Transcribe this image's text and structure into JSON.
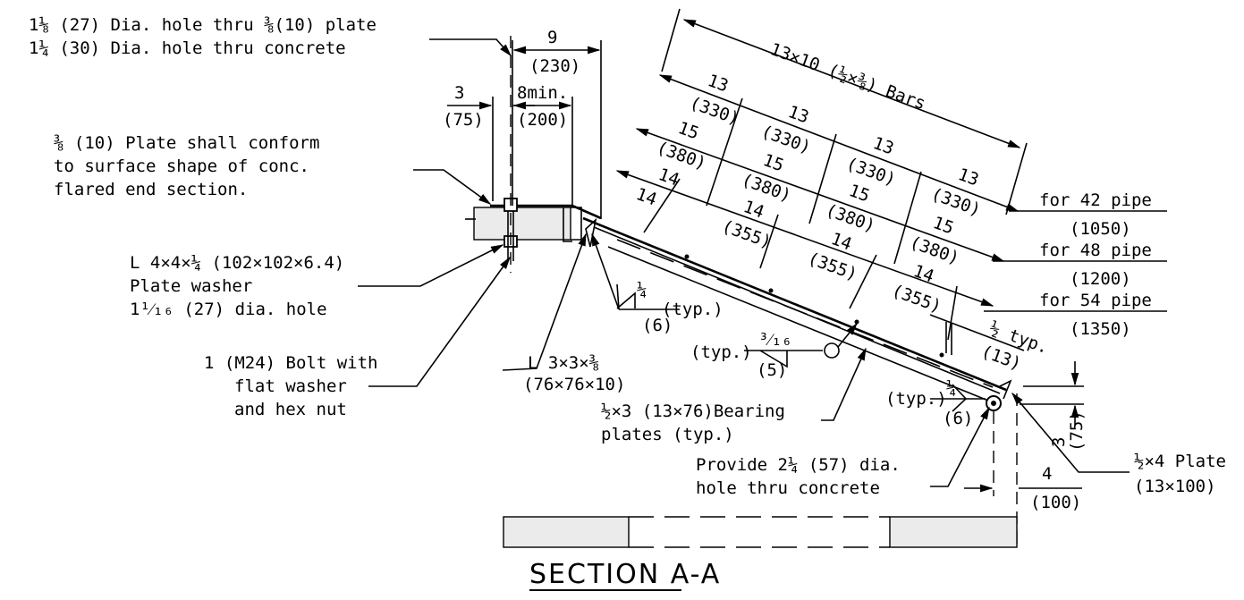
{
  "title": "SECTION A-A",
  "notes": {
    "hole_plate": "1⅛ (27) Dia. hole thru ⅜(10) plate",
    "hole_concrete": "1¼ (30) Dia. hole thru concrete",
    "plate_conform_1": "⅜ (10) Plate shall conform",
    "plate_conform_2": "to surface shape of conc.",
    "plate_conform_3": "flared end section.",
    "angle_1": "L 4×4×¼ (102×102×6.4)",
    "angle_2": "Plate washer",
    "angle_3": "1¹⁄₁₆ (27) dia. hole",
    "bolt_1": "1 (M24) Bolt with",
    "bolt_2": "flat washer",
    "bolt_3": "and hex nut",
    "small_angle_1": "L 3×3×⅜",
    "small_angle_2": "(76×76×10)",
    "bearing_1": "½×3 (13×76)Bearing",
    "bearing_2": "plates (typ.)",
    "provide_1": "Provide 2¼ (57) dia.",
    "provide_2": "hole thru concrete",
    "end_plate_1": "½×4 Plate",
    "end_plate_2": "(13×100)",
    "bars": "13×10 (½×⅜) Bars"
  },
  "dims": {
    "d9": "9",
    "d9mm": "(230)",
    "d8": "8min.",
    "d8mm": "(200)",
    "d3": "3",
    "d3mm": "(75)",
    "d13": "13",
    "d13mm": "(330)",
    "d15": "15",
    "d15mm": "(380)",
    "d14": "14",
    "d14mm": "(355)",
    "half_typ": "½ typ.",
    "half_mm": "(13)",
    "v3": "3",
    "v3mm": "(75)",
    "d4": "4",
    "d4mm": "(100)"
  },
  "pipes": [
    {
      "label": "for 42 pipe",
      "mm": "(1050)"
    },
    {
      "label": "for 48 pipe",
      "mm": "(1200)"
    },
    {
      "label": "for 54 pipe",
      "mm": "(1350)"
    }
  ],
  "welds": {
    "w1_size": "¼",
    "w1_mm": "(6)",
    "w1_typ": "(typ.)",
    "w2_size": "³⁄₁₆",
    "w2_mm": "(5)",
    "w2_typ": "(typ.)",
    "w3_size": "¼",
    "w3_mm": "(6)",
    "w3_typ": "(typ.)"
  }
}
